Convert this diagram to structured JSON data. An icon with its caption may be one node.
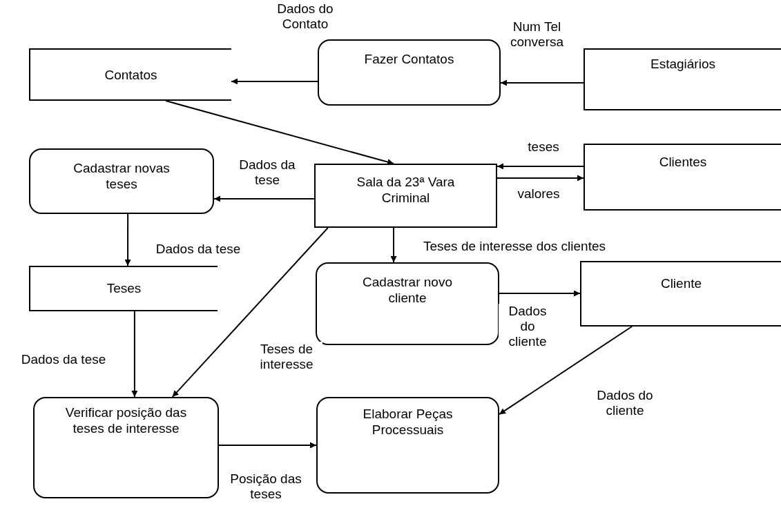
{
  "diagram": {
    "nodes": [
      {
        "text": [
          "Contatos"
        ]
      },
      {
        "text": [
          "Fazer Contatos"
        ]
      },
      {
        "text": [
          "Estagiários"
        ]
      },
      {
        "text": [
          "Cadastrar novas teses"
        ]
      },
      {
        "text": [
          "Sala da 23ª Vara Criminal"
        ]
      },
      {
        "text": [
          "Clientes"
        ]
      },
      {
        "text": [
          "Teses"
        ]
      },
      {
        "text": [
          "Cadastrar novo cliente"
        ]
      },
      {
        "text": [
          "Cliente"
        ]
      },
      {
        "text": [
          "Verificar posição das teses de interesse"
        ]
      },
      {
        "text": [
          "Elaborar Peças Processuais"
        ]
      }
    ],
    "edges": [
      {
        "from": 2,
        "to": 1,
        "arrow": "to",
        "label": "Num Tel conversa"
      },
      {
        "from": 1,
        "to": 0,
        "arrow": "to",
        "label": "Dados do Contato"
      },
      {
        "from": 0,
        "to": 4,
        "arrow": "to"
      },
      {
        "from": 5,
        "to": 4,
        "arrow": "to",
        "label": "teses"
      },
      {
        "from": 4,
        "to": 5,
        "arrow": "to",
        "label": "valores"
      },
      {
        "from": 4,
        "to": 3,
        "arrow": "to",
        "label": "Dados da tese"
      },
      {
        "from": 3,
        "to": 6,
        "arrow": "to",
        "label": "Dados da tese"
      },
      {
        "from": 4,
        "to": 7,
        "arrow": "to",
        "label": "Teses de interesse dos clientes"
      },
      {
        "from": 7,
        "to": 8,
        "arrow": "to",
        "label": "Dados do cliente"
      },
      {
        "from": 6,
        "to": 9,
        "arrow": "to",
        "label": "Dados da tese"
      },
      {
        "from": 4,
        "to": 9,
        "arrow": "to",
        "label": "Teses de interesse"
      },
      {
        "from": 8,
        "to": 10,
        "arrow": "to",
        "label": "Dados do cliente"
      },
      {
        "from": 9,
        "to": 10,
        "arrow": "to",
        "label": "Posição das teses"
      }
    ]
  }
}
